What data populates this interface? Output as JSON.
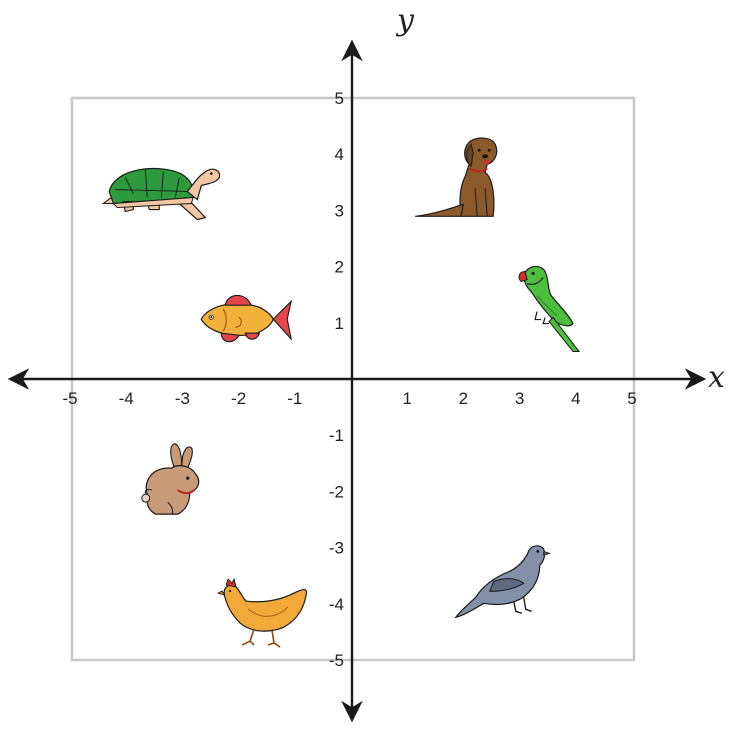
{
  "axes": {
    "x_label": "x",
    "y_label": "y",
    "xlim": [
      -5,
      5
    ],
    "ylim": [
      -5,
      5
    ],
    "x_ticks": [
      {
        "value": -5,
        "label": "-5"
      },
      {
        "value": -4,
        "label": "-4"
      },
      {
        "value": -3,
        "label": "-3"
      },
      {
        "value": -2,
        "label": "-2"
      },
      {
        "value": -1,
        "label": "-1"
      },
      {
        "value": 1,
        "label": "1"
      },
      {
        "value": 2,
        "label": "2"
      },
      {
        "value": 3,
        "label": "3"
      },
      {
        "value": 4,
        "label": "4"
      },
      {
        "value": 5,
        "label": "5"
      }
    ],
    "y_ticks": [
      {
        "value": 5,
        "label": "5"
      },
      {
        "value": 4,
        "label": "4"
      },
      {
        "value": 3,
        "label": "3"
      },
      {
        "value": 2,
        "label": "2"
      },
      {
        "value": 1,
        "label": "1"
      },
      {
        "value": -1,
        "label": "-1"
      },
      {
        "value": -2,
        "label": "-2"
      },
      {
        "value": -3,
        "label": "-3"
      },
      {
        "value": -4,
        "label": "-4"
      },
      {
        "value": -5,
        "label": "-5"
      }
    ]
  },
  "animals": [
    {
      "name": "turtle",
      "x": -3.5,
      "y": 3.3
    },
    {
      "name": "dog",
      "x": 1.8,
      "y": 3.5
    },
    {
      "name": "fish",
      "x": -1.9,
      "y": 1.1
    },
    {
      "name": "parrot",
      "x": 3.4,
      "y": 1.2
    },
    {
      "name": "rabbit",
      "x": -3.1,
      "y": -1.8
    },
    {
      "name": "chicken",
      "x": -1.6,
      "y": -4.2
    },
    {
      "name": "pigeon",
      "x": 2.7,
      "y": -3.6
    }
  ],
  "colors": {
    "axis": "#1a1a1a",
    "frame": "#c8c8c8",
    "turtle_shell": "#2e9a3e",
    "turtle_skin": "#f3c7a3",
    "dog": "#8b5a2b",
    "fish": "#f2b13a",
    "fish_fins": "#e5464a",
    "parrot": "#4cbf3c",
    "parrot_beak": "#d43030",
    "rabbit": "#c79b78",
    "chicken": "#f2a93a",
    "pigeon": "#8391a8"
  }
}
